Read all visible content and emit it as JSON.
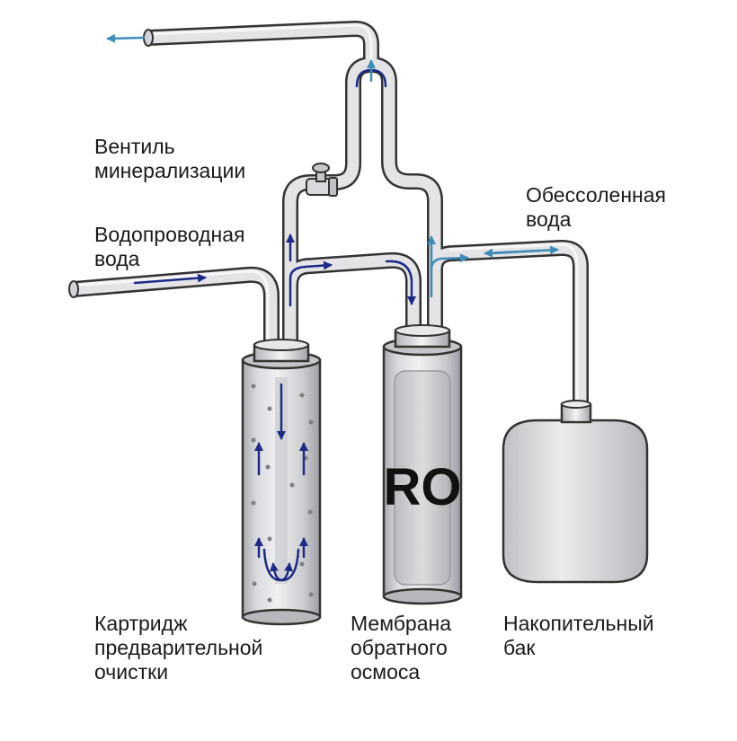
{
  "labels": {
    "valve": [
      "Вентиль",
      "минерализации"
    ],
    "tap_water": [
      "Водопроводная",
      "вода"
    ],
    "desalted": [
      "Обессоленная",
      "вода"
    ],
    "prefilter": [
      "Картридж",
      "предварительной",
      "очистки"
    ],
    "membrane": [
      "Мембрана",
      "обратного",
      "осмоса"
    ],
    "tank": [
      "Накопительный",
      "бак"
    ]
  },
  "membrane_mark": "RO",
  "colors": {
    "pipe_fill": "#e4e4e6",
    "pipe_outline": "#333333",
    "raw_flow": "#1f2a86",
    "clean_flow": "#3f8cb8"
  }
}
